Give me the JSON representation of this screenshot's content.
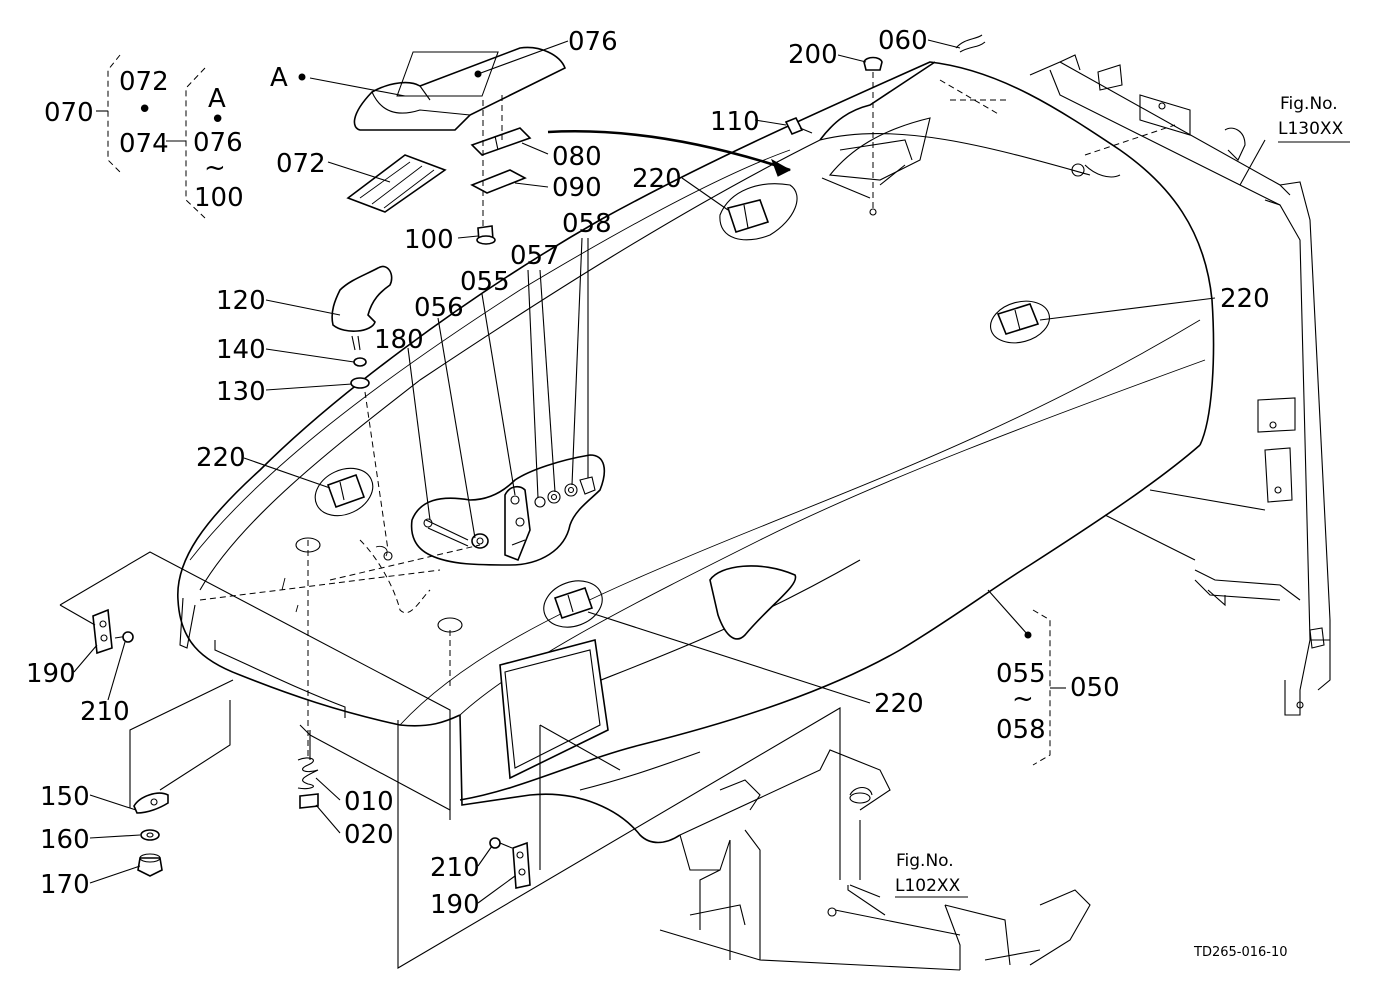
{
  "labels": {
    "l010": "010",
    "l020": "020",
    "l050": "050",
    "l055a": "055",
    "l055b": "055",
    "l056": "056",
    "l057": "057",
    "l058a": "058",
    "l058b": "058",
    "l060": "060",
    "l070": "070",
    "l072a": "072",
    "l072b": "072",
    "l074": "074",
    "l076a": "076",
    "l076b": "076",
    "l080": "080",
    "l090": "090",
    "l100a": "100",
    "l100b": "100",
    "l110": "110",
    "l120": "120",
    "l130": "130",
    "l140": "140",
    "l150": "150",
    "l160": "160",
    "l170": "170",
    "l180": "180",
    "l190a": "190",
    "l190b": "190",
    "l200": "200",
    "l210a": "210",
    "l210b": "210",
    "l220a": "220",
    "l220b": "220",
    "l220c": "220",
    "l220d": "220",
    "lA1": "A",
    "lA2": "A",
    "dot1": "•",
    "dot2": "•",
    "tilde1": "~",
    "tilde2": "~"
  },
  "refs": {
    "fig_top_title": "Fig.No.",
    "fig_top_code": "L130XX",
    "fig_bottom_title": "Fig.No.",
    "fig_bottom_code": "L102XX"
  },
  "drawing_id": "TD265-016-10"
}
